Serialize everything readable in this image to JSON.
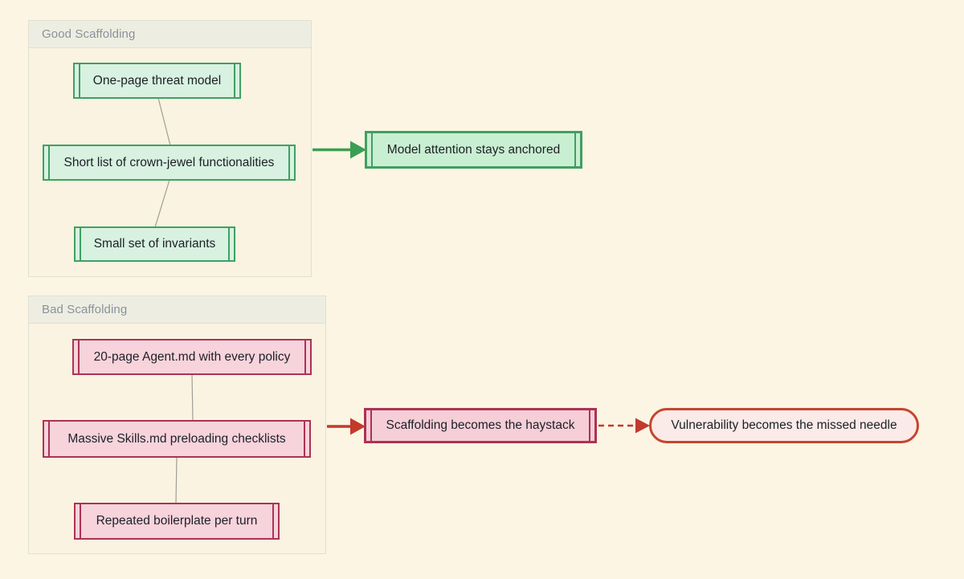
{
  "diagram": {
    "good": {
      "title": "Good Scaffolding",
      "nodes": [
        "One-page threat model",
        "Short list of crown-jewel functionalities",
        "Small set of invariants"
      ],
      "outcome": "Model attention stays anchored"
    },
    "bad": {
      "title": "Bad Scaffolding",
      "nodes": [
        "20-page Agent.md with every policy",
        "Massive Skills.md preloading checklists",
        "Repeated boilerplate per turn"
      ],
      "outcome": "Scaffolding becomes the haystack",
      "result": "Vulnerability becomes the missed needle"
    }
  },
  "colors": {
    "page_bg": "#fcf5e3",
    "panel_bg": "#faf3e1",
    "panel_header_bg": "#edeee1",
    "panel_border": "#dfe0d2",
    "panel_title_text": "#8b919c",
    "node_text": "#1c2025",
    "green_border": "#3fa063",
    "green_fill": "#d8f1e1",
    "green_outcome_fill": "#c9efd2",
    "green_arrow": "#3b9e54",
    "red_border": "#ac3352",
    "red_fill": "#f7d3dc",
    "red_outcome_fill": "#f5ced8",
    "red_arrow": "#c23a2c",
    "vermilion_border": "#c5452f",
    "vermilion_fill": "#faeae8",
    "edge_line": "#9e9e96"
  }
}
